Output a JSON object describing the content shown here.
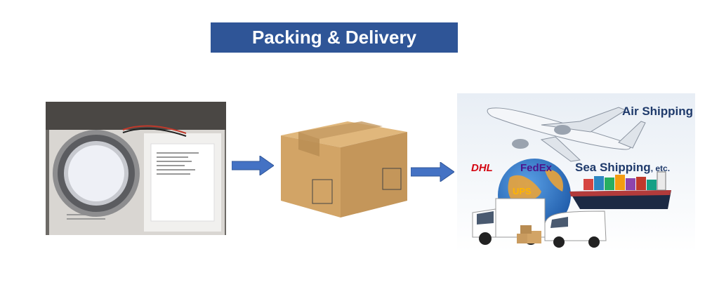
{
  "header": {
    "title": "Packing & Delivery"
  },
  "flow": {
    "arrow_note": "→"
  },
  "logistics": {
    "air_label": "Air Shipping",
    "sea_label": "Sea Shipping",
    "sea_suffix": ", etc.",
    "carriers": [
      "DHL",
      "FedEx",
      "UPS"
    ]
  },
  "colors": {
    "banner": "#2f5597",
    "arrow": "#4472c4",
    "text_dark": "#1f3a6b"
  },
  "icons": [
    "arrow-right-icon",
    "globe-icon",
    "airplane-icon",
    "cargo-ship-icon",
    "truck-icon",
    "van-icon"
  ]
}
